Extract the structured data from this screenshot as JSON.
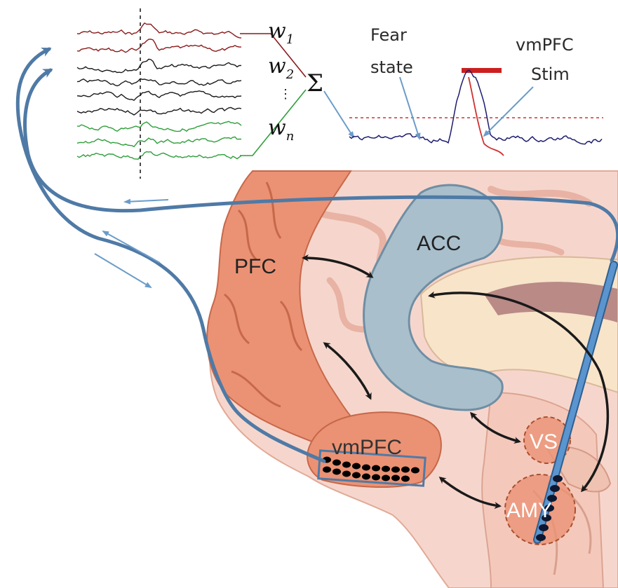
{
  "weights": {
    "w": "w",
    "sub1": "1",
    "sub2": "2",
    "subn": "n",
    "dots": "⋮",
    "sum": "Σ"
  },
  "annotations": {
    "fear_line1": "Fear",
    "fear_line2": "state",
    "stim_line1": "vmPFC",
    "stim_line2": "Stim"
  },
  "regions": {
    "pfc": "PFC",
    "acc": "ACC",
    "vmpfc": "vmPFC",
    "vs": "VS",
    "amy": "AMY"
  },
  "colors": {
    "wire": "#4f7aa6",
    "thin_arrow": "#6a9cc9",
    "trace_red": "#8b1a1a",
    "trace_black": "#1a1a1a",
    "trace_green": "#2e9e3a",
    "fear_trace": "#1c1c6e",
    "stim_bar": "#cc1f1f",
    "threshold": "#d23030",
    "cortex": "#eb9274",
    "cortex_dark": "#c7684a",
    "brain_pink": "#f6d6cc",
    "acc_fill": "#a9bfcc",
    "acc_stroke": "#6f8ea4",
    "probe": "#5b95cf"
  }
}
